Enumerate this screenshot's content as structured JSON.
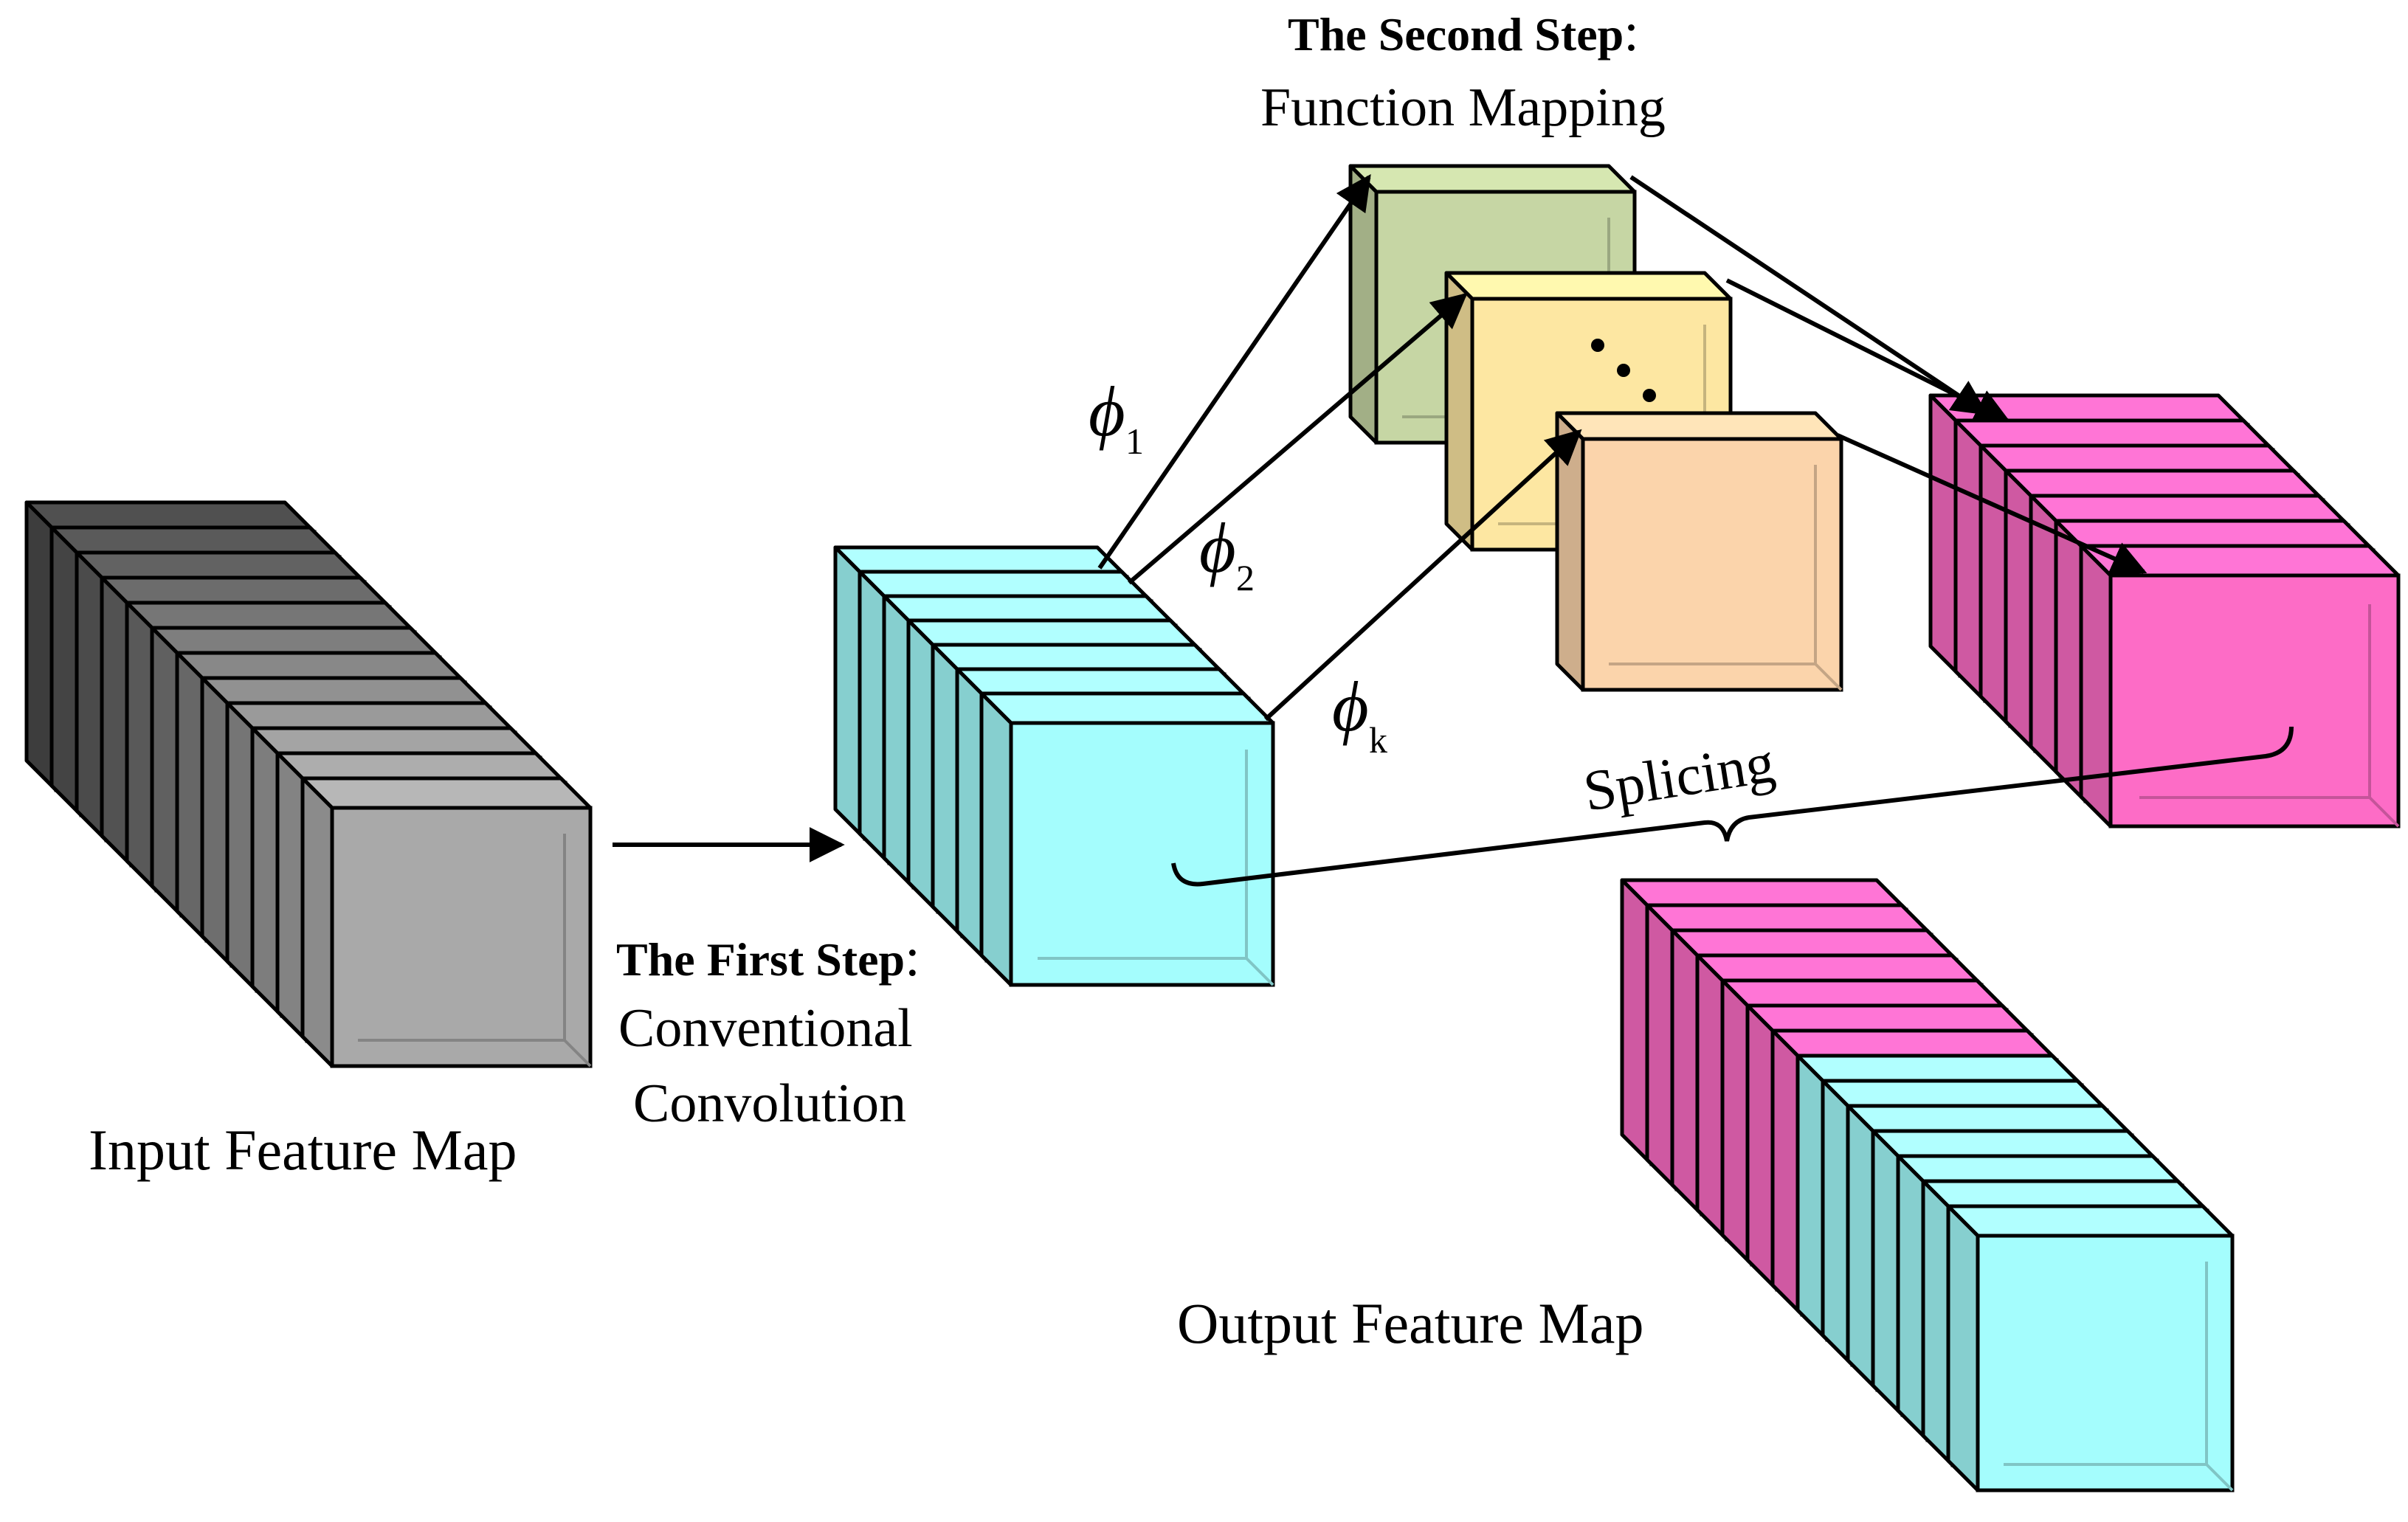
{
  "labels": {
    "input": "Input Feature Map",
    "output": "Output Feature Map",
    "first_step_bold": "The First Step",
    "first_step_colon": ":",
    "first_step_line1": "Conventional",
    "first_step_line2": "Convolution",
    "second_step_bold": "The Second Step",
    "second_step_colon": ":",
    "second_step_line1": "Function Mapping",
    "splicing": "Splicing",
    "phi_symbol": "ϕ",
    "phi1_sub": "1",
    "phi2_sub": "2",
    "phik_sub": "k",
    "ellipsis": "⋱"
  },
  "colors": {
    "input_dark": "#4a4a4a",
    "input_light": "#a9a9a9",
    "cyan": "#a4fdfd",
    "green": "#c6d6a4",
    "yellow": "#fde7a2",
    "peach": "#fbd4ab",
    "pink": "#fd6cc6",
    "stroke": "#000000"
  },
  "stacks": {
    "input_map": {
      "slices": 12,
      "palette": "gray-gradient"
    },
    "conv_output": {
      "slices": 7,
      "palette": "cyan"
    },
    "mapped_output": {
      "slices": 7,
      "palette": "pink"
    },
    "output_map": {
      "slices": 14,
      "palette": "pink-then-cyan",
      "pink_slices": 7
    }
  },
  "function_maps": [
    "green",
    "yellow",
    "peach"
  ]
}
